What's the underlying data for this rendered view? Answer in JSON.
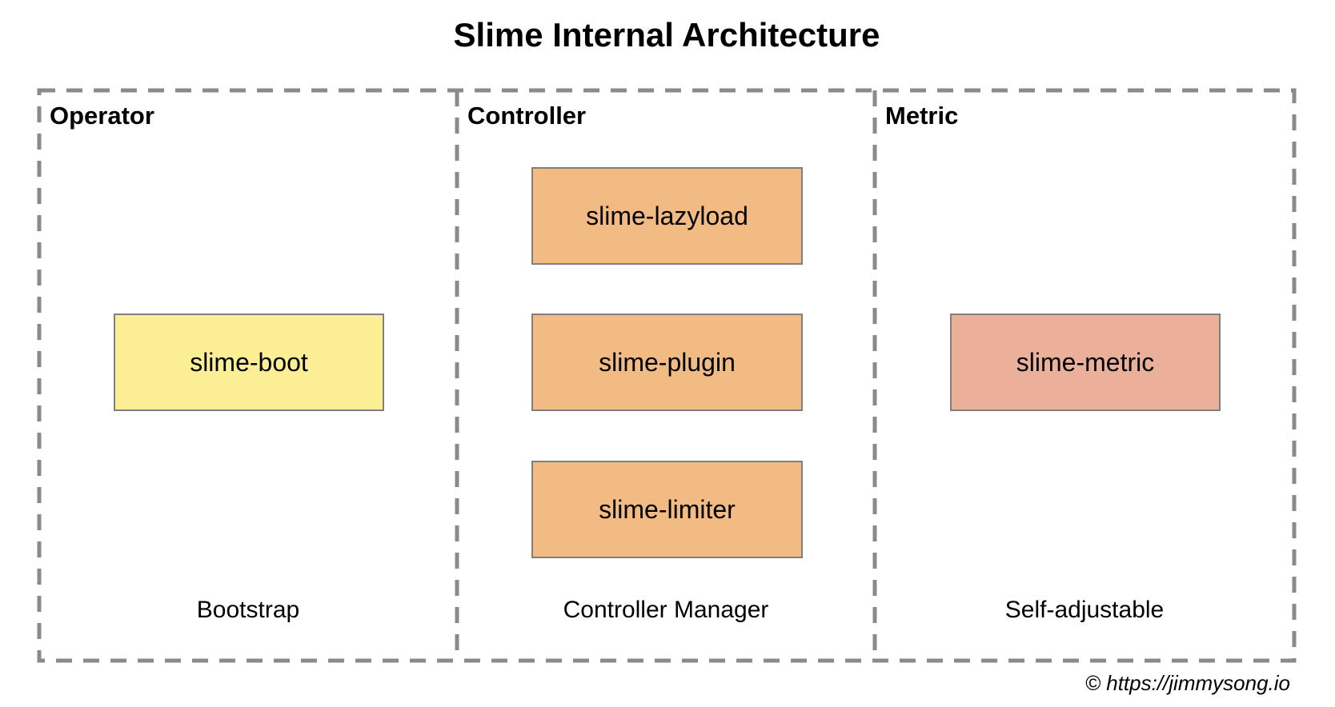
{
  "title": "Slime Internal Architecture",
  "copyright": "© https://jimmysong.io",
  "colors": {
    "yellow_box": "#fbee94",
    "orange_box": "#f3bb84",
    "salmon_box": "#ebb09a",
    "box_border": "#7f7f7f",
    "dashed_border": "#8a8a8a",
    "text": "#000000",
    "background": "#ffffff"
  },
  "sections": [
    {
      "label": "Operator",
      "footer": "Bootstrap",
      "boxes": [
        {
          "label": "slime-boot",
          "color": "yellow"
        }
      ]
    },
    {
      "label": "Controller",
      "footer": "Controller Manager",
      "boxes": [
        {
          "label": "slime-lazyload",
          "color": "orange"
        },
        {
          "label": "slime-plugin",
          "color": "orange"
        },
        {
          "label": "slime-limiter",
          "color": "orange"
        }
      ]
    },
    {
      "label": "Metric",
      "footer": "Self-adjustable",
      "boxes": [
        {
          "label": "slime-metric",
          "color": "salmon"
        }
      ]
    }
  ]
}
